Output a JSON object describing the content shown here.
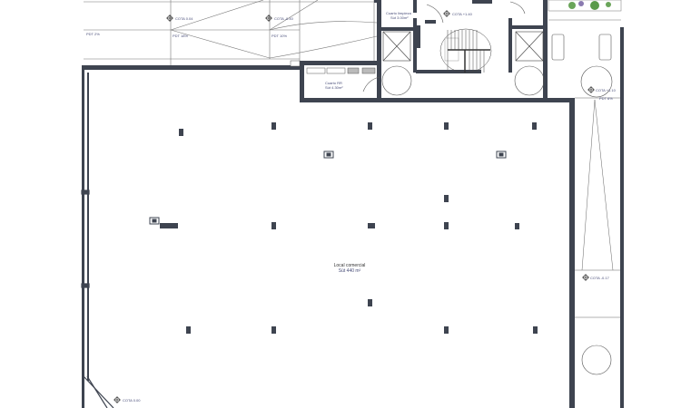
{
  "colors": {
    "wall": "#3e4450",
    "line": "#555555",
    "text": "#4a4f7a",
    "plants": "#5a9a4a"
  },
  "labels": {
    "cota_top_left": "COTA 0.04",
    "cota_top_mid": "COTA -0.40",
    "pdt_left": "PDT 2%",
    "pdt_mid": "PDT 18%",
    "pdt_right": "PDT 10%",
    "cuarto_limpieza": "Cuarto limpieza",
    "cuarto_limpieza_area": "Sút 3.00m²",
    "cota_stairs": "COTA +1.40",
    "cuarto_rr": "Cuarto RR",
    "cuarto_rr_area": "Sút 4.30m²",
    "cota_right": "COTA +1.10",
    "pdt_ramp": "PDT 6%",
    "cota_ramp": "COTA -0.17",
    "cota_bottom": "COTA 0.00",
    "local_title": "Local comercial",
    "local_area": "Sút   440 m²"
  }
}
